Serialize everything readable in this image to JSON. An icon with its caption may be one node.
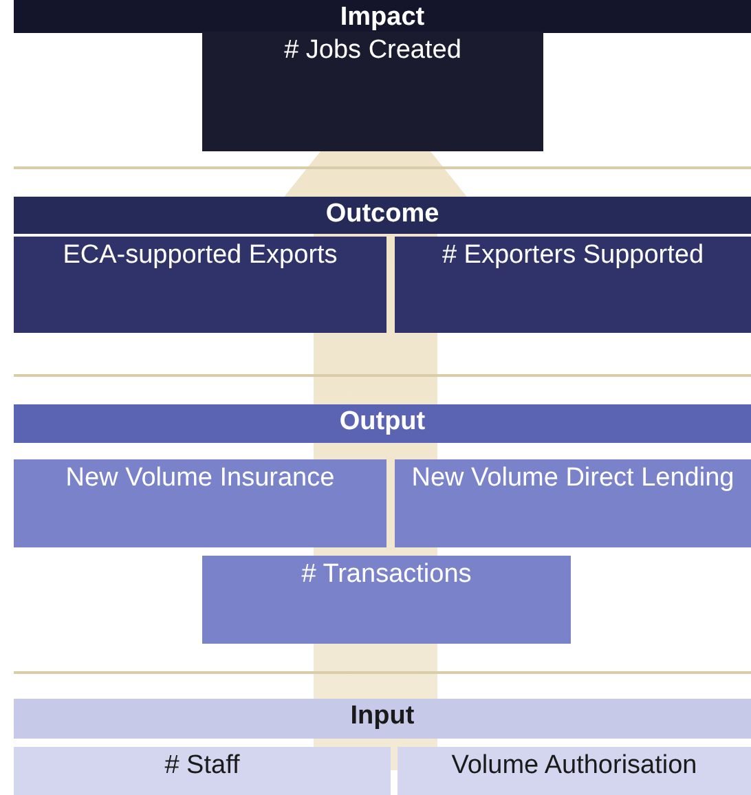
{
  "diagram": {
    "nodes": [
      {
        "text": [
          "Impact"
        ]
      },
      {
        "text": [
          "# Jobs Created"
        ]
      },
      {
        "text": [
          "Outcome"
        ]
      },
      {
        "text": [
          "ECA-supported Exports"
        ]
      },
      {
        "text": [
          "# Exporters Supported"
        ]
      },
      {
        "text": [
          "Output"
        ]
      },
      {
        "text": [
          "New Volume Insurance"
        ]
      },
      {
        "text": [
          "New Volume Direct Lending"
        ]
      },
      {
        "text": [
          "# Transactions"
        ]
      },
      {
        "text": [
          "Input"
        ]
      },
      {
        "text": [
          "# Staff"
        ]
      },
      {
        "text": [
          "Volume Authorisation"
        ]
      }
    ]
  }
}
